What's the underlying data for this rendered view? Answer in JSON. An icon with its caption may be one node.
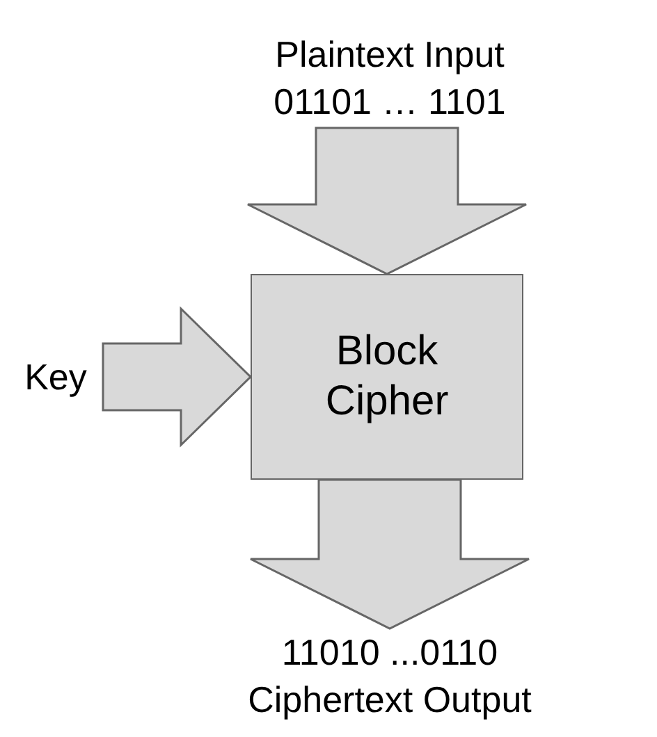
{
  "diagram": {
    "nodes": [
      {
        "text": [
          "Plaintext Input",
          "01101 … 1101"
        ]
      },
      {
        "text": [
          "Key"
        ]
      },
      {
        "text": [
          "Block Cipher"
        ]
      },
      {
        "text": [
          "11010 ...0110",
          "Ciphertext Output"
        ]
      }
    ],
    "edges": [
      {
        "from": 0,
        "to": 2,
        "arrow": "to"
      },
      {
        "from": 1,
        "to": 2,
        "arrow": "to"
      },
      {
        "from": 2,
        "to": 3,
        "arrow": "to"
      }
    ]
  }
}
